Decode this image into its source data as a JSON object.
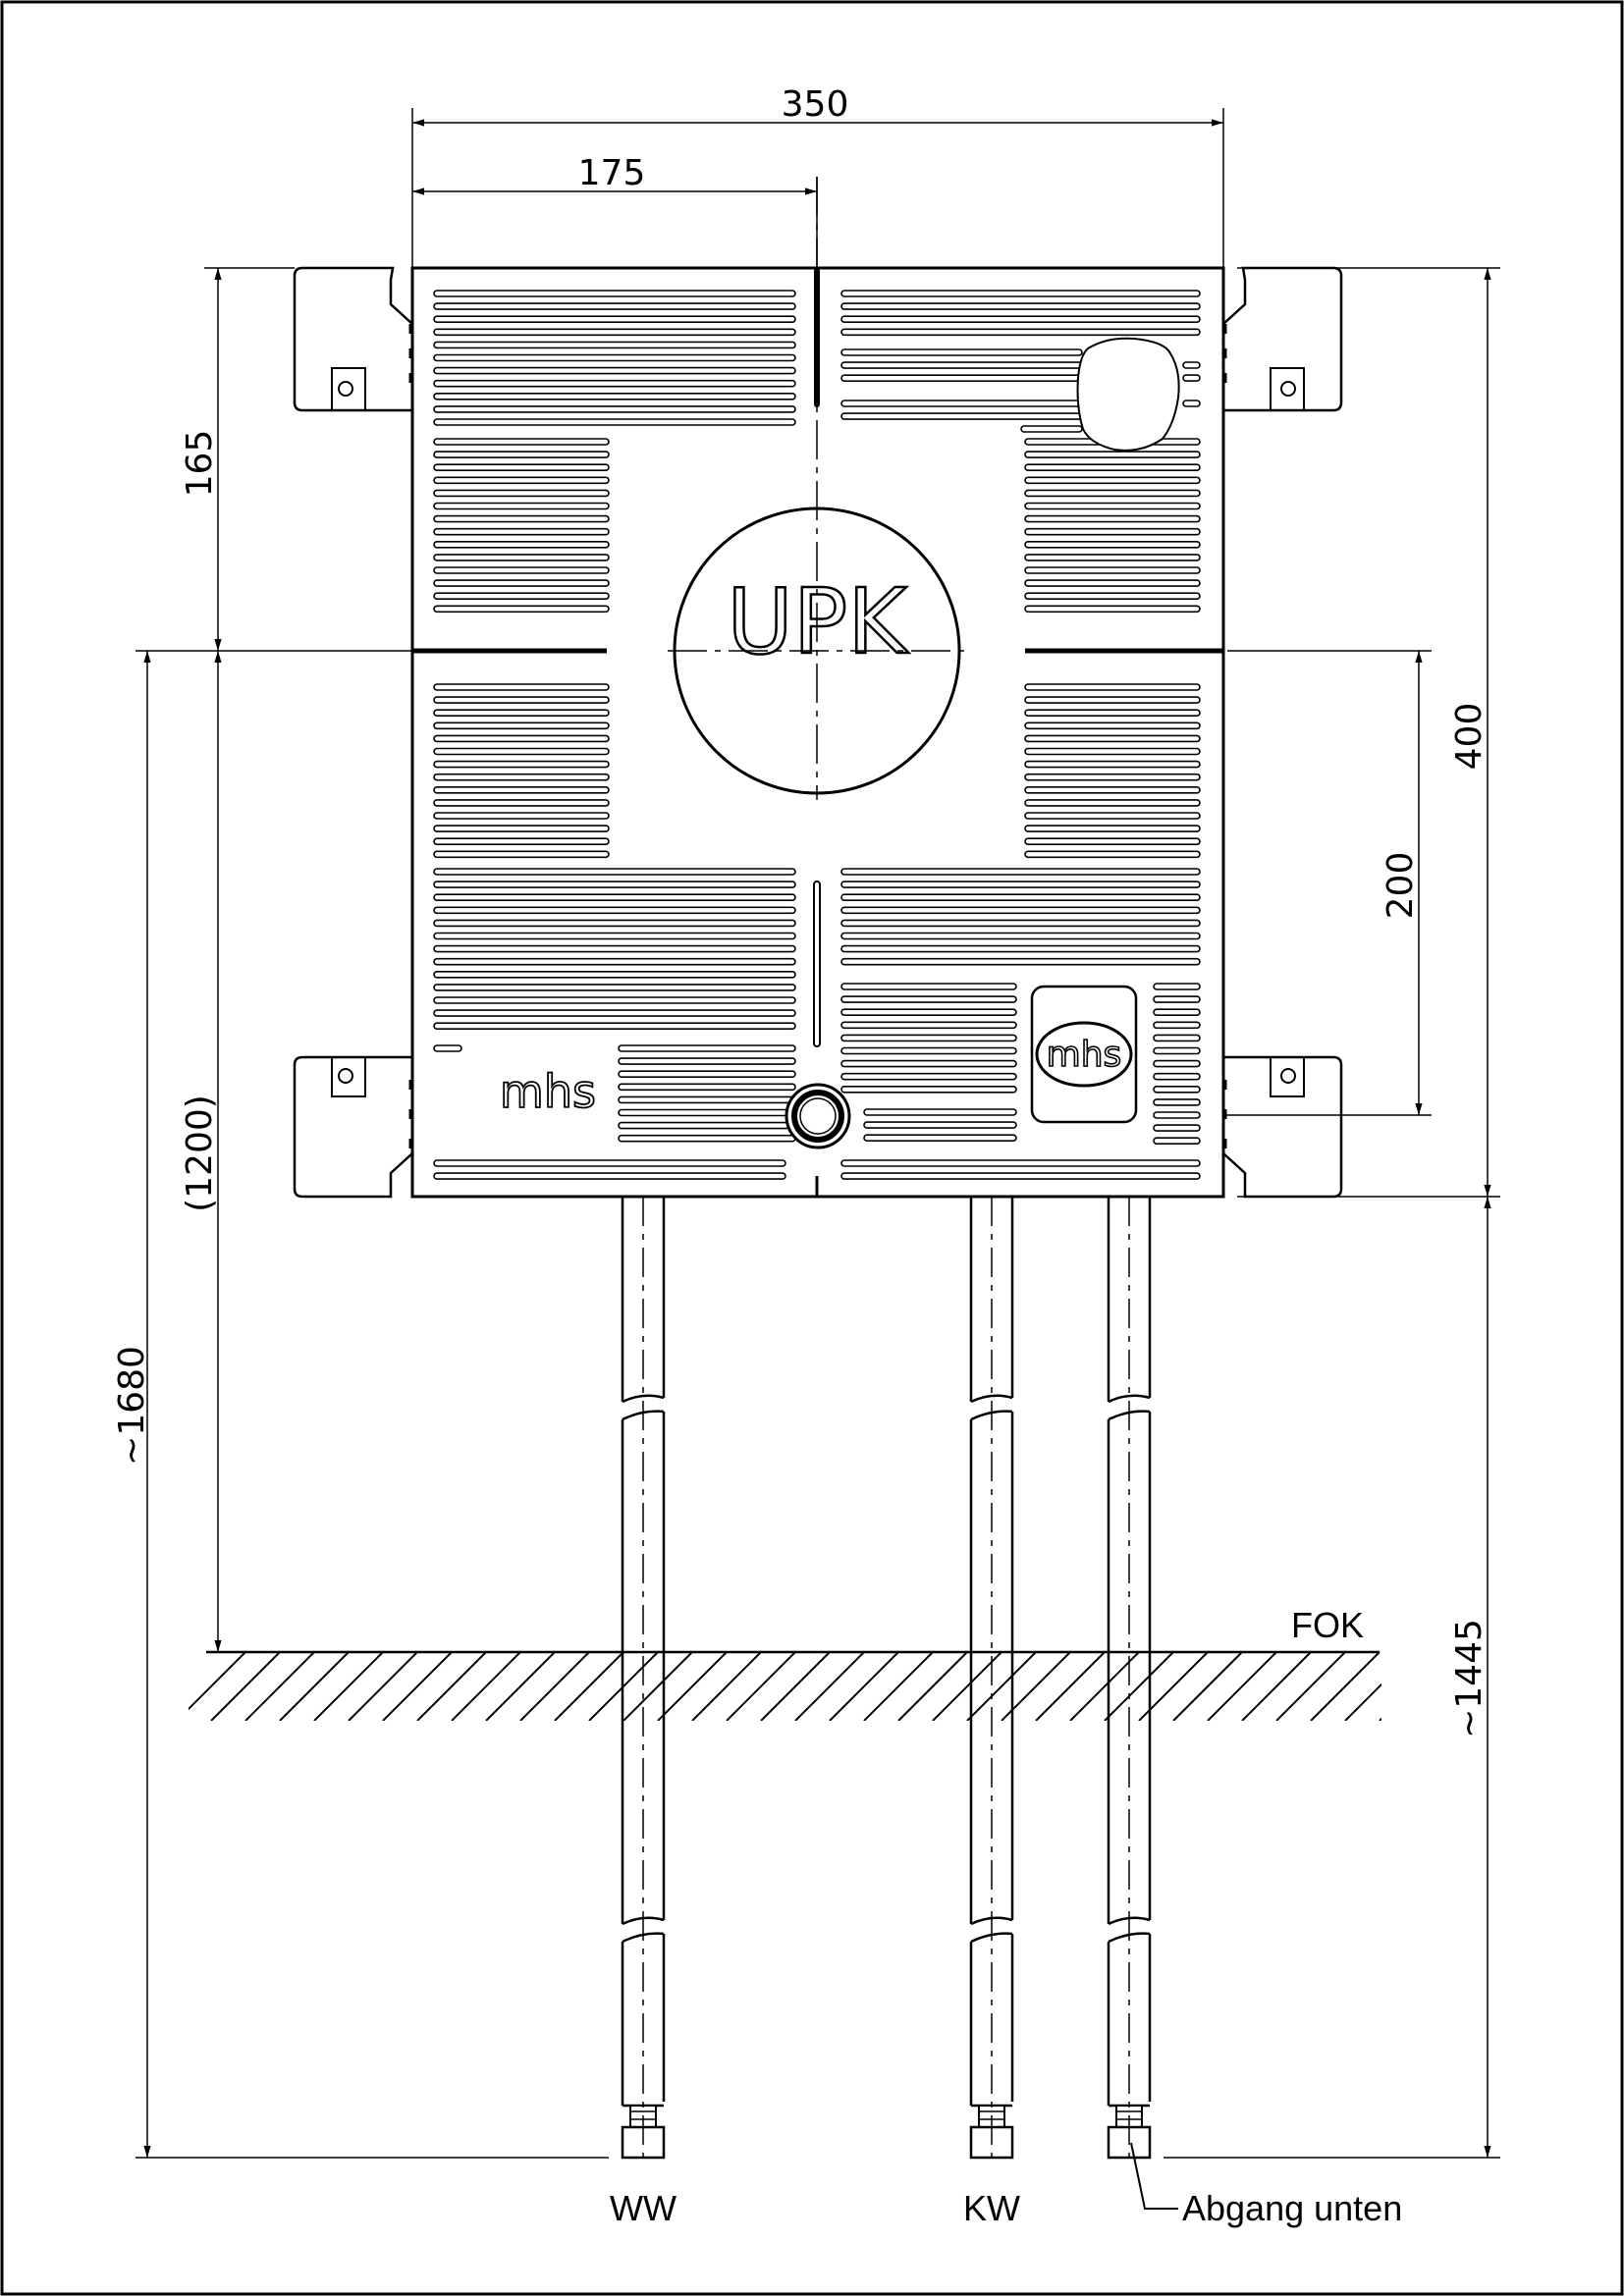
{
  "dimensions": {
    "total_width": "350",
    "half_width": "175",
    "upper_height": "165",
    "total_height": "400",
    "lower_height": "200",
    "mount_height": "(1200)",
    "total_length": "~1680",
    "pipe_length": "~1445"
  },
  "labels": {
    "floor": "FOK",
    "center": "UPK",
    "logo": "mhs",
    "logo_badge": "mhs",
    "pipe_hot": "WW",
    "pipe_cold": "KW",
    "outlet": "Abgang unten"
  }
}
